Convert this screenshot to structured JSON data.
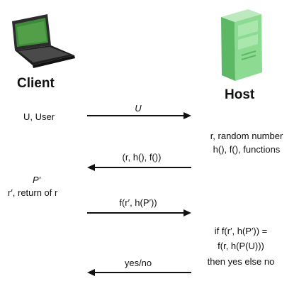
{
  "client": {
    "title": "Client",
    "icon": "laptop-icon"
  },
  "host": {
    "title": "Host",
    "icon": "server-tower-icon"
  },
  "steps": [
    {
      "direction": "right",
      "message": "U"
    },
    {
      "direction": "left",
      "message": "(r, h(), f())"
    },
    {
      "direction": "right",
      "message": "f(r′, h(P′))"
    },
    {
      "direction": "left",
      "message": "yes/no"
    }
  ],
  "client_notes": {
    "user": "U, User",
    "p_prime": "P′",
    "r_prime": "r′, return of r"
  },
  "host_notes": {
    "random": "r, random number",
    "functions": "h(), f(), functions",
    "check_line1": "if f(r′, h(P′)) =",
    "check_line2": "f(r, h(P(U)))",
    "check_line3": "then yes else no"
  },
  "colors": {
    "arrow": "#111111",
    "laptop_screen": "#3f8a3a",
    "server": "#7ccf84"
  }
}
